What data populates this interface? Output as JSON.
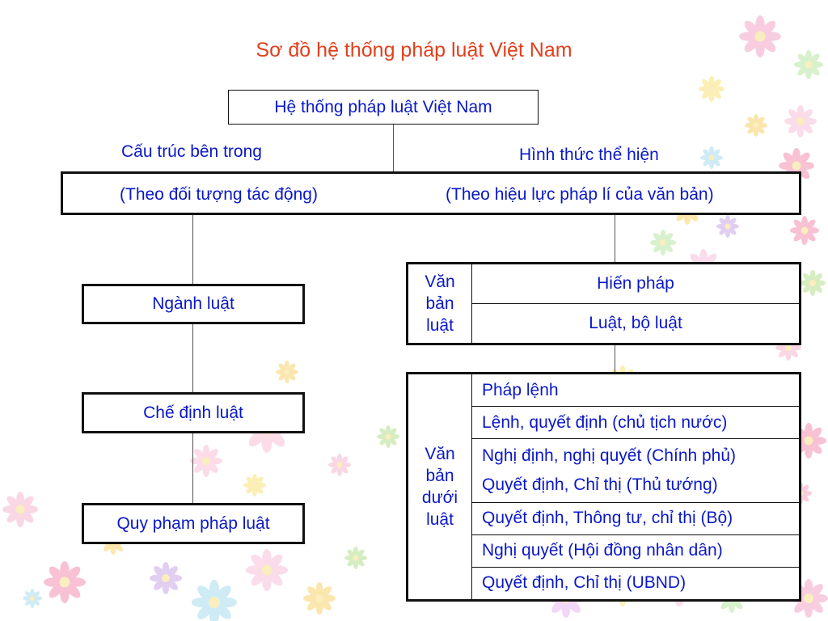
{
  "title": "Sơ đồ hệ thống pháp luật Việt Nam",
  "root": "Hệ thống pháp luật Việt Nam",
  "branches": {
    "left_heading": "Cấu trúc bên trong",
    "right_heading": "Hình thức thể hiện",
    "left_basis": "(Theo đối tượng tác động)",
    "right_basis": "(Theo hiệu lực pháp lí của văn bản)"
  },
  "structure": [
    "Ngành luật",
    "Chế định luật",
    "Quy phạm pháp luật"
  ],
  "van_ban_luat": {
    "label": [
      "Văn",
      "bản",
      "luật"
    ],
    "items": [
      "Hiến pháp",
      "Luật, bộ luật"
    ]
  },
  "van_ban_duoi_luat": {
    "label": [
      "Văn",
      "bản",
      "dưới",
      "luật"
    ],
    "items": [
      "Pháp lệnh",
      "Lệnh, quyết định (chủ tịch nước)",
      "Nghị định, nghị quyết (Chính phủ)",
      "Quyết định, Chỉ thị (Thủ tướng)",
      "Quyết định, Thông tư, chỉ thị (Bộ)",
      "Nghị quyết (Hội đồng nhân dân)",
      "Quyết định, Chỉ thị (UBND)"
    ]
  },
  "colors": {
    "title": "#e0401e",
    "text": "#0a18c8",
    "border": "#111111"
  }
}
